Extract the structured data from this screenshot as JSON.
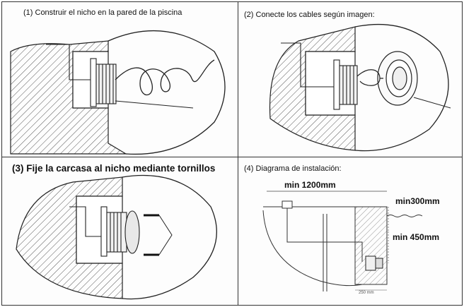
{
  "panels": [
    {
      "caption": "(1) Construir el nicho en la pared de la piscina"
    },
    {
      "caption": "(2) Conecte los cables según imagen:"
    },
    {
      "caption": "(3) Fije la carcasa al nicho mediante tornillos"
    },
    {
      "caption": "(4) Diagrama de instalación:"
    }
  ],
  "diagram": {
    "dim_width": "min 1200mm",
    "dim_water": "min300mm",
    "dim_depth": "min 450mm",
    "dim_small": "250 mm"
  },
  "colors": {
    "line": "#222222",
    "hatch": "#555555"
  }
}
